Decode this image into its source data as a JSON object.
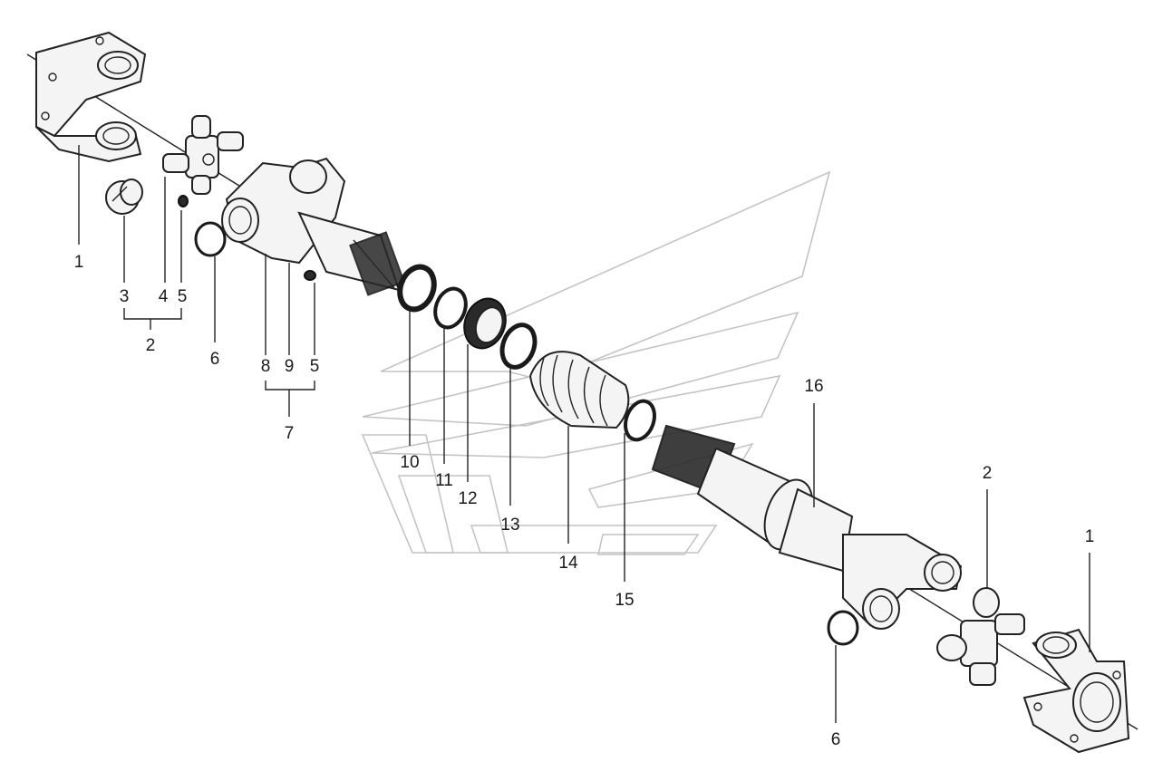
{
  "callouts": [
    {
      "id": "c1a",
      "text": "1"
    },
    {
      "id": "c3",
      "text": "3"
    },
    {
      "id": "c4",
      "text": "4"
    },
    {
      "id": "c5a",
      "text": "5"
    },
    {
      "id": "c2a",
      "text": "2"
    },
    {
      "id": "c6a",
      "text": "6"
    },
    {
      "id": "c8",
      "text": "8"
    },
    {
      "id": "c9",
      "text": "9"
    },
    {
      "id": "c5b",
      "text": "5"
    },
    {
      "id": "c7",
      "text": "7"
    },
    {
      "id": "c10",
      "text": "10"
    },
    {
      "id": "c11",
      "text": "11"
    },
    {
      "id": "c12",
      "text": "12"
    },
    {
      "id": "c13",
      "text": "13"
    },
    {
      "id": "c14",
      "text": "14"
    },
    {
      "id": "c15",
      "text": "15"
    },
    {
      "id": "c16",
      "text": "16"
    },
    {
      "id": "c2b",
      "text": "2"
    },
    {
      "id": "c1b",
      "text": "1"
    },
    {
      "id": "c6b",
      "text": "6"
    }
  ]
}
